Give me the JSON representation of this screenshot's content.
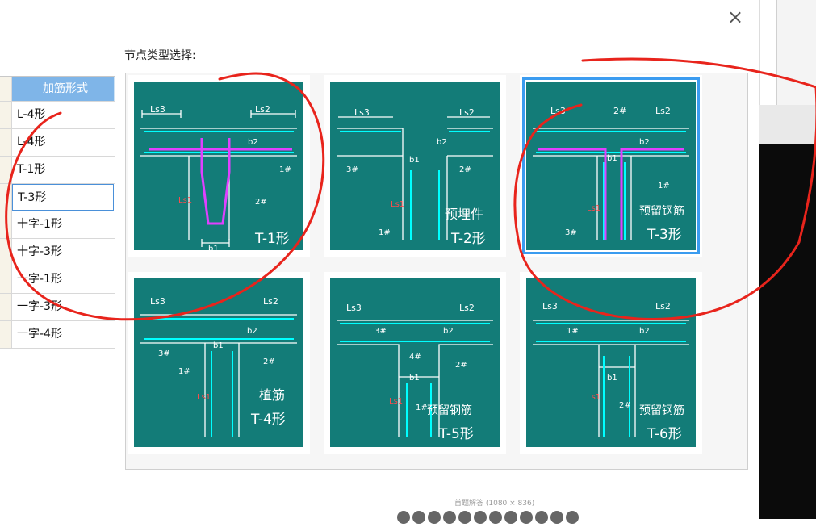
{
  "dialog": {
    "close_glyph": "×",
    "section_label": "节点类型选择:"
  },
  "table": {
    "header": "加筋形式",
    "rows": [
      "L-4形",
      "L-4形",
      "T-1形",
      "T-3形",
      "十字-1形",
      "十字-3形",
      "一字-1形",
      "一字-3形",
      "一字-4形"
    ],
    "selected_index": 3
  },
  "nodes": [
    {
      "id": "T-1",
      "caption": "T-1形",
      "labels": [
        "Ls3",
        "Ls2",
        "b2",
        "1#",
        "2#",
        "Ls1",
        "b1"
      ]
    },
    {
      "id": "T-2",
      "caption": "T-2形",
      "subtitle": "预埋件",
      "labels": [
        "Ls3",
        "Ls2",
        "b2",
        "3#",
        "b1",
        "2#",
        "Ls1",
        "1#"
      ]
    },
    {
      "id": "T-3",
      "caption": "T-3形",
      "subtitle": "预留钢筋",
      "labels": [
        "Ls3",
        "2#",
        "Ls2",
        "b2",
        "b1",
        "1#",
        "Ls1",
        "3#"
      ],
      "selected": true
    },
    {
      "id": "T-4",
      "caption": "T-4形",
      "subtitle": "植筋",
      "labels": [
        "Ls3",
        "Ls2",
        "b2",
        "b1",
        "3#",
        "2#",
        "1#",
        "Ls1"
      ]
    },
    {
      "id": "T-5",
      "caption": "T-5形",
      "subtitle": "预留钢筋",
      "labels": [
        "Ls3",
        "Ls2",
        "3#",
        "b2",
        "4#",
        "2#",
        "b1",
        "1#",
        "Ls1"
      ]
    },
    {
      "id": "T-6",
      "caption": "T-6形",
      "subtitle": "预留钢筋",
      "labels": [
        "Ls3",
        "Ls2",
        "1#",
        "b2",
        "b1",
        "2#",
        "Ls1"
      ]
    }
  ],
  "footer": "首题解答 (1080 × 836)",
  "colors": {
    "tile": "#137c78",
    "selected": "#3b9cf0",
    "header": "#7fb5e8",
    "rebar": "#00ffff",
    "highlight": "#e040ff",
    "annot": "#e8241c"
  }
}
